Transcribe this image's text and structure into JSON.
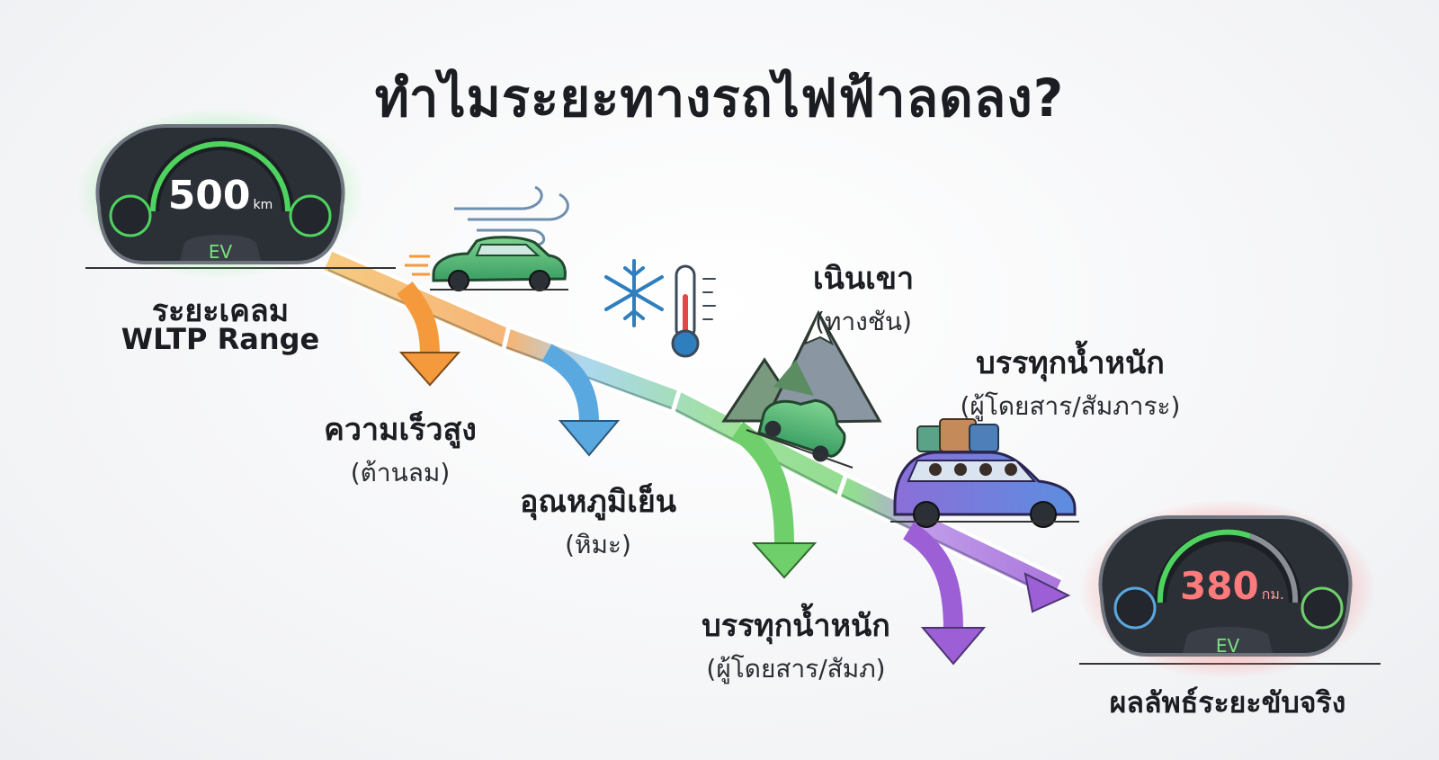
{
  "title": "ทำไมระยะทางรถไฟฟ้าลดลง?",
  "start_gauge": {
    "value": "500",
    "unit": "km",
    "badge": "EV",
    "label_th": "ระยะเคลม",
    "label_en": "WLTP Range",
    "accent": "#4ed35f"
  },
  "end_gauge": {
    "value": "380",
    "unit": "กม.",
    "badge": "EV",
    "label": "ผลลัพธ์ระยะขับจริง",
    "accent": "#f0484a"
  },
  "factors": [
    {
      "title": "ความเร็วสูง",
      "subtitle": "(ต้านลม)",
      "icon": "wind-car-icon",
      "color": "#f59a3c"
    },
    {
      "title": "อุณหภูมิเย็น",
      "subtitle": "(หิมะ)",
      "icon": "snowflake-thermometer-icon",
      "color": "#5aa8e0"
    },
    {
      "title": "บรรทุกน้ำหนัก",
      "subtitle": "(ผู้โดยสาร/สัมภ)",
      "icon": "mountain-car-icon",
      "color": "#6fcf6a"
    },
    {
      "title": "เนินเขา",
      "subtitle": "(ทางชัน)",
      "icon": "mountain-icon",
      "color": "#6fcf6a"
    },
    {
      "title": "บรรทุกน้ำหนัก",
      "subtitle": "(ผู้โดยสาร/สัมภาระ)",
      "icon": "loaded-car-icon",
      "color": "#9c5fd6"
    }
  ]
}
